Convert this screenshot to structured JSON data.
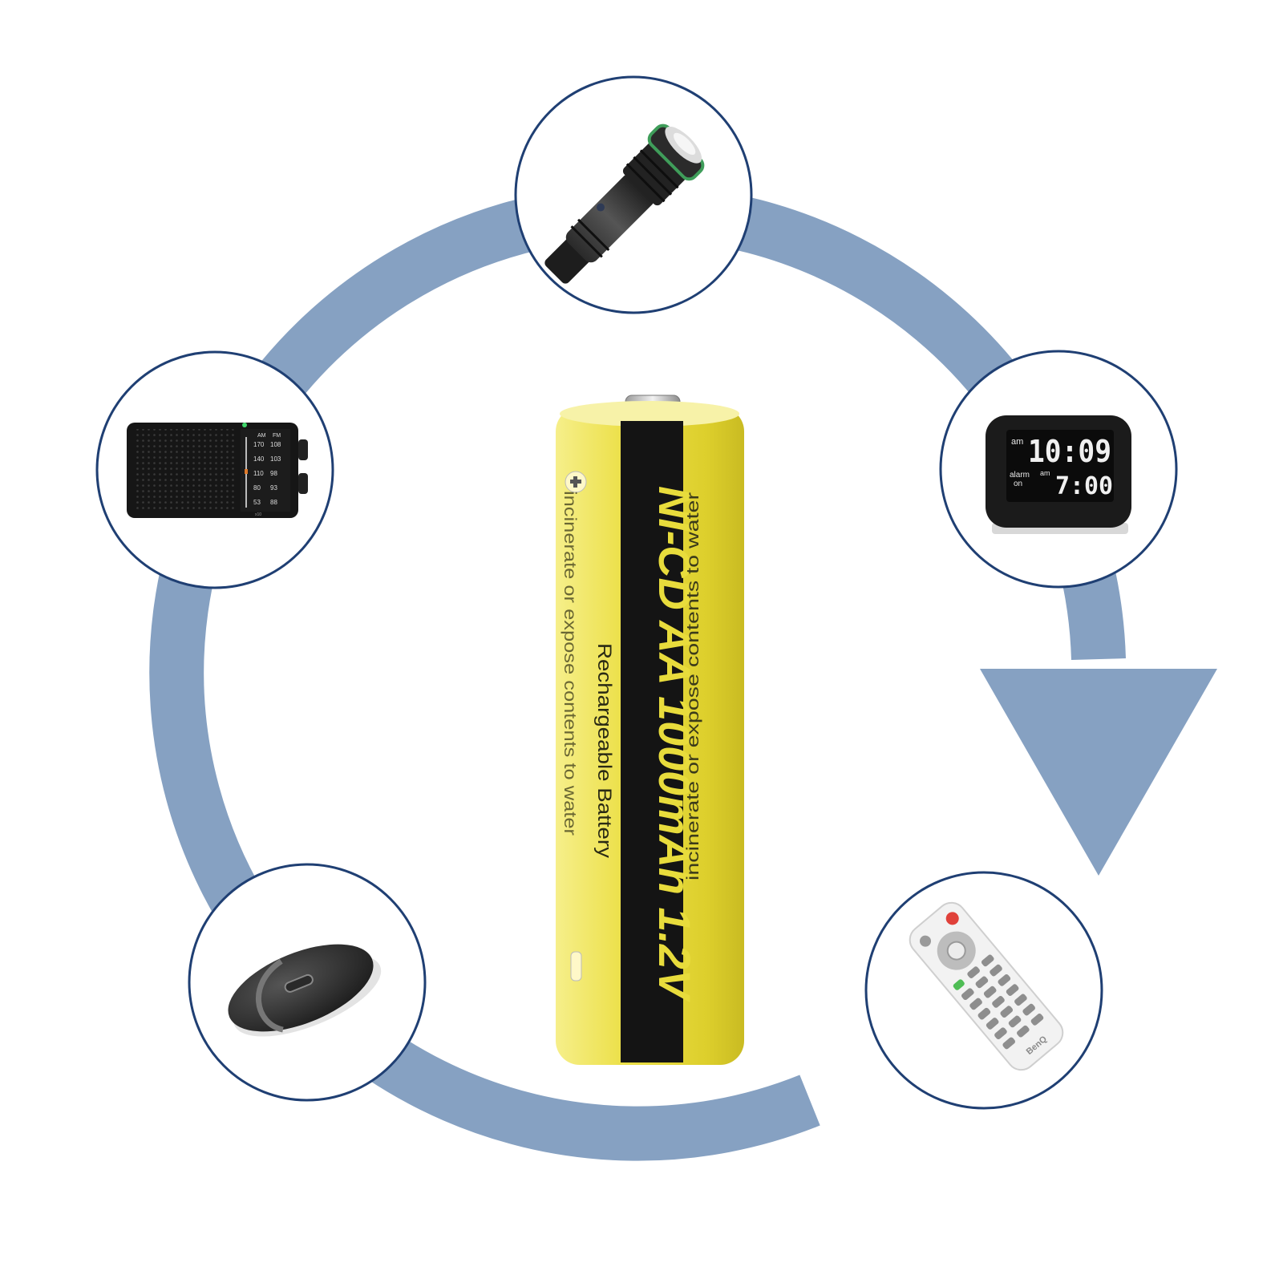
{
  "colors": {
    "ring": "#86a1c2",
    "circle_border": "#1f3f73",
    "battery_yellow": "#e8dc3c",
    "battery_band": "#141414",
    "battery_text": "#e8dc3c"
  },
  "battery": {
    "main_label": "NI-CD AA 1000mAh 1.2V",
    "sub_label": "Rechargeable Battery",
    "warning_top": "incinerate or expose contents to water",
    "warning_bottom": "incinerate or expose contents to water"
  },
  "devices": {
    "flashlight": {
      "icon": "flashlight-icon"
    },
    "clock": {
      "icon": "alarm-clock-icon",
      "am_label": "am",
      "time": "10:09",
      "alarm_label_1": "alarm",
      "alarm_label_2": "on",
      "alarm_am": "am",
      "alarm_time": "7:00"
    },
    "remote": {
      "icon": "remote-control-icon",
      "brand": "BenQ"
    },
    "mouse": {
      "icon": "wireless-mouse-icon"
    },
    "radio": {
      "icon": "radio-icon",
      "band_am": "AM",
      "band_fm": "FM",
      "am_scale": [
        "170",
        "140",
        "110",
        "80",
        "53"
      ],
      "fm_scale": [
        "108",
        "103",
        "98",
        "93",
        "88"
      ],
      "multiplier": "x10"
    }
  }
}
